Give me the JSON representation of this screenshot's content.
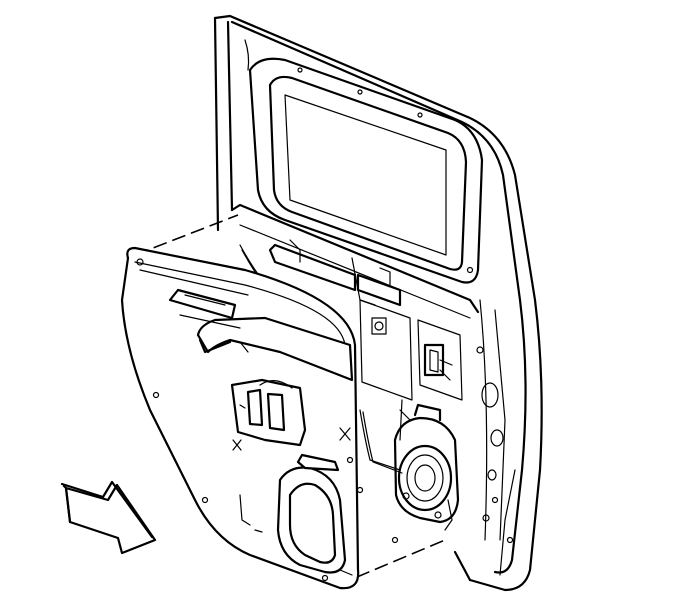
{
  "diagram": {
    "parts": [
      "door-shell",
      "window-frame",
      "door-trim-panel",
      "speaker",
      "water-deflector",
      "direction-arrow"
    ],
    "colors": {
      "line": "#000000",
      "background": "#ffffff"
    },
    "icons": {
      "arrow": "direction-arrow-icon"
    }
  }
}
